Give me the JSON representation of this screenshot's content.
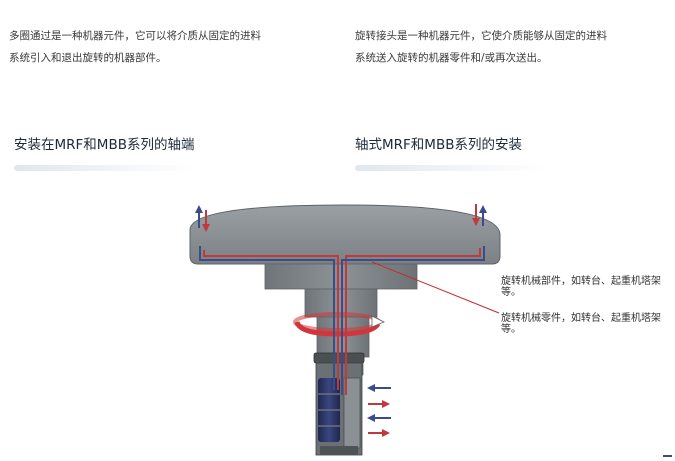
{
  "intro": {
    "left": {
      "line1": "多圈通过是一种机器元件，它可以将介质从固定的进料",
      "line2": "系统引入和退出旋转的机器部件。"
    },
    "right": {
      "line1": "旋转接头是一种机器元件，它使介质能够从固定的进料",
      "line2": "系统送入旋转的机器零件和/或再次送出。"
    }
  },
  "headings": {
    "left": "安装在MRF和MBB系列的轴端",
    "right": "轴式MRF和MBB系列的安装"
  },
  "callouts": {
    "rotating_component": "旋转机械部件，如转台、起重机塔架等。",
    "rotating_part": "旋转机械零件，如转台、起重机塔架等。"
  },
  "colors": {
    "housing": "#7e8487",
    "housing_dark": "#5d6366",
    "channel_red": "#c0393f",
    "channel_blue": "#3b4c8a",
    "ring_red": "#d2363a",
    "bearing_blue": "#2a3466",
    "leader_line": "#c42a2f"
  },
  "icons": [
    "arrow-down-red-icon",
    "arrow-up-blue-icon",
    "arrow-right-red-icon",
    "arrow-left-blue-icon"
  ]
}
